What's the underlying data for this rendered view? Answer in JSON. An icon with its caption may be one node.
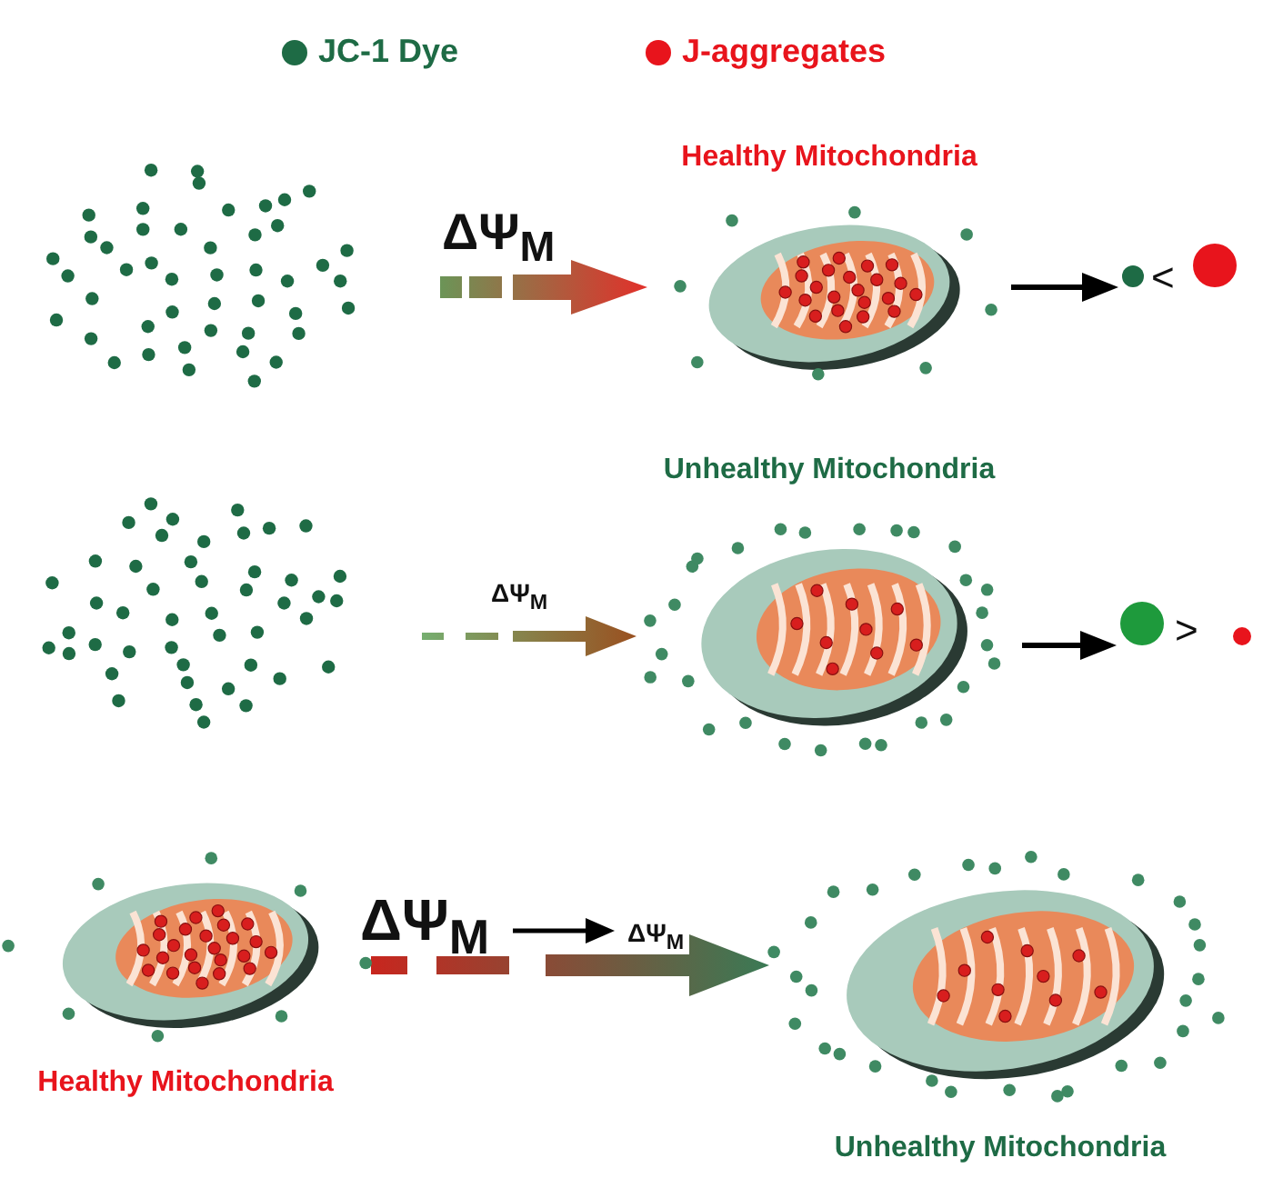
{
  "diagram": {
    "nodes": [
      {
        "text": [],
        "shape": "picture"
      },
      {
        "text": [
          "Healthy Mitochondria"
        ]
      },
      {
        "text": [],
        "shape": "circle"
      },
      {
        "text": [],
        "shape": "circle"
      },
      {
        "text": [],
        "shape": "picture"
      },
      {
        "text": [
          "Unhealthy Mitochondria"
        ]
      },
      {
        "text": [],
        "shape": "circle"
      },
      {
        "text": [],
        "shape": "circle"
      },
      {
        "text": [
          "Healthy Mitochondria"
        ]
      },
      {
        "text": [
          "Unhealthy Mitochondria"
        ]
      }
    ],
    "edges": [
      {
        "from": 0,
        "to": 1,
        "arrow": "to",
        "label": "ΔΨ$_{M}$"
      },
      {
        "from": 1,
        "to": 2,
        "arrow": "to"
      },
      {
        "from": 4,
        "to": 5,
        "arrow": "to",
        "label": "ΔΨ$_{M}$"
      },
      {
        "from": 5,
        "to": 6,
        "arrow": "to"
      },
      {
        "from": 8,
        "to": 9,
        "arrow": "to",
        "label": "ΔΨ$_{M}$"
      }
    ],
    "labels": [
      "<",
      ">",
      "ΔΨ$_{M}$"
    ],
    "legend": [
      {
        "text": "JC-1 Dye",
        "color": "#1e6b45"
      },
      {
        "text": "J-aggregates",
        "color": "#e8141c"
      }
    ]
  }
}
